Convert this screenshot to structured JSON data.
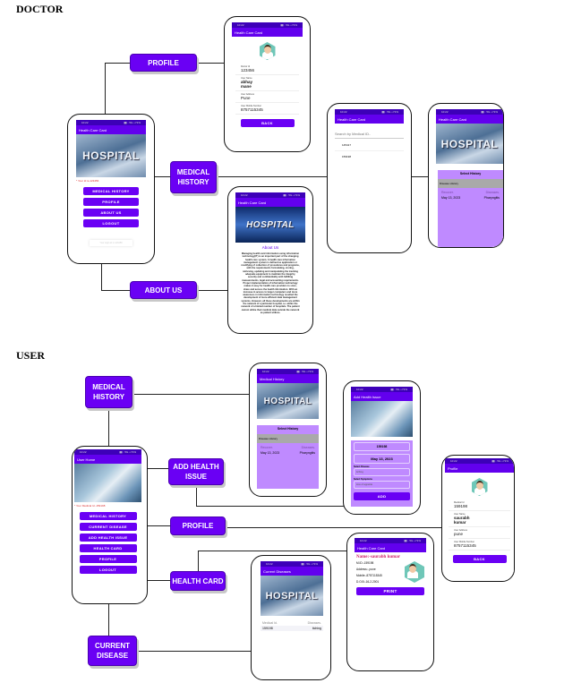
{
  "sections": {
    "doctor": "DOCTOR",
    "user": "USER"
  },
  "labels": {
    "d_profile": "PROFILE",
    "d_medical": "MEDICAL HISTORY",
    "d_about": "ABOUT US",
    "u_medical": "MEDICAL HISTORY",
    "u_add": "ADD HEALTH ISSUE",
    "u_profile": "PROFILE",
    "u_card": "HEALTH CARD",
    "u_current": "CURRENT DISEASE"
  },
  "status": {
    "time": "10:22",
    "icons": "▮▮ ◦ 5G ⌂71%"
  },
  "hospital_sign": "HOSPITAL",
  "doctor_home": {
    "title": "Health Care Card",
    "id_text": "* Your Id is-123456",
    "buttons": [
      "MEDICAL HISTORY",
      "PROFILE",
      "ABOUT US",
      "LOGOUT"
    ],
    "toast": "Your login id is 123456"
  },
  "doctor_profile": {
    "title": "Health Care Card",
    "fields": [
      {
        "k": "Doctor Id",
        "v": "123456"
      },
      {
        "k": "User Name",
        "v": "abhay mane"
      },
      {
        "k": "User Address",
        "v": "Pune"
      },
      {
        "k": "User Mobile Number",
        "v": "8757115345"
      }
    ],
    "back": "BACK"
  },
  "doctor_search": {
    "title": "Health Care Card",
    "placeholder": "Search by Medical ID..",
    "items": [
      "145417",
      "159198"
    ]
  },
  "doctor_history": {
    "title": "Health Care Card",
    "select": "Select History",
    "group": "Disease History",
    "h1": "Recover.",
    "h2": "Diseases.",
    "date": "May 13, 2023",
    "disease": "Pharyngitis"
  },
  "doctor_about": {
    "title": "Health Care Card",
    "heading": "About Us",
    "text": "Managing health card information using information technology(IT) is an important part of the changing health care system. A health care information management system is defined as application or modifying of collection of procedures and programs, with the requirements formulating, storing, retrieving, updating and manipulating the tracking adequate equipment to maintain the integrity, security and confidentiality with fulfilling measurements, legal and accounting requirements. Proper implementation of information technology makes it easy for health care providers to store, share and access the health information. With an increase in access to larger computers and more awareness in information technology resulted the development of more efficient data management systems. However, all these developments are within the network of a particular hospital, i.e. within the network of a limited number of hospitals. The patient cannot utilize their medical data outside the network as patient utilizes."
  },
  "user_home": {
    "title": "User Home",
    "id_text": "* Your Medical Id -159198",
    "buttons": [
      "MEDICAL HISTORY",
      "CURRENT DISEASE",
      "ADD HEALTH ISSUE",
      "HEALTH CARD",
      "PROFILE",
      "LOGOUT"
    ]
  },
  "user_history": {
    "title": "Medical History",
    "select": "Select History",
    "group": "Disease History",
    "h1": "Recover.",
    "h2": "Diseases.",
    "date": "May 13, 2023",
    "disease": "Pharyngitis"
  },
  "user_add": {
    "title": "Add Health Issue",
    "id": "159198",
    "date": "May 13, 2023",
    "l1": "Select Disease",
    "v1": "itching",
    "l2": "Select Symptoms",
    "v2": "loss of appetite",
    "add": "ADD"
  },
  "user_profile": {
    "title": "Profile",
    "fields": [
      {
        "k": "Medical Id",
        "v": "159198"
      },
      {
        "k": "User Name",
        "v": "saurabh kumar"
      },
      {
        "k": "User Address",
        "v": "pune"
      },
      {
        "k": "User Mobile Number",
        "v": "8757115345"
      }
    ],
    "back": "BACK"
  },
  "user_card": {
    "title": "Health Care Card",
    "name": "Name:-saurabh kumar",
    "mid": "M.ID:-159198",
    "addr": "Address:- pune",
    "mobile": "Mobile:-8757115345",
    "dob": "D.O.B:-16-2-2001",
    "print": "PRINT"
  },
  "user_current": {
    "title": "Current Diseases",
    "h1": "Medical Id.",
    "h2": "Diseases.",
    "id": "159198",
    "disease": "itching"
  }
}
